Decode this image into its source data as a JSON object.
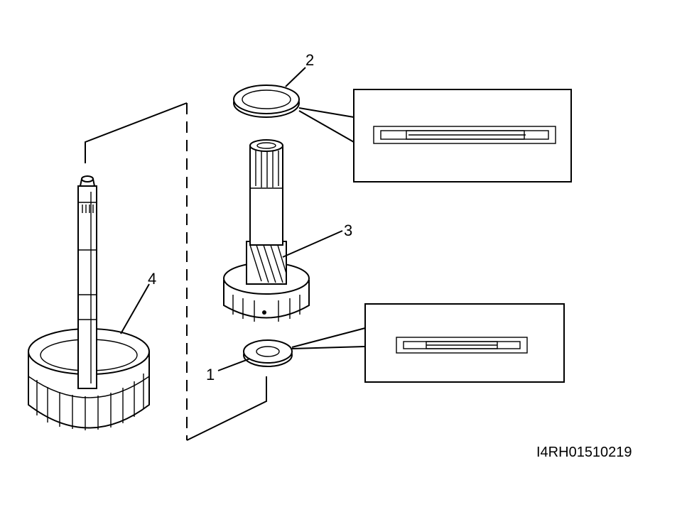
{
  "diagram": {
    "callouts": {
      "part1": "1",
      "part2": "2",
      "part3": "3",
      "part4": "4"
    },
    "figure_code": "I4RH01510219",
    "colors": {
      "ink": "#000000",
      "paper": "#ffffff"
    }
  }
}
